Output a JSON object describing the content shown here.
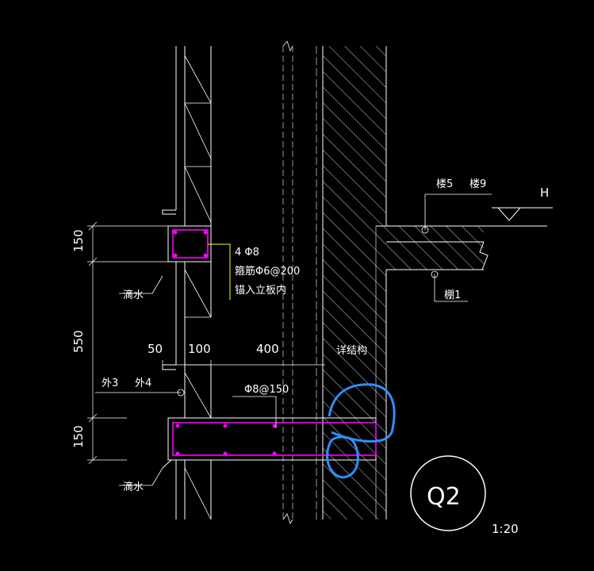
{
  "drawing": {
    "view_label": "Q2",
    "scale": "1:20",
    "level_mark": "H",
    "colors": {
      "background": "#000000",
      "lines": "#ffffff",
      "rebar": "#ff00ff",
      "leader": "#ffff00",
      "markup": "#2f8fff"
    }
  },
  "dimensions": {
    "vertical": [
      "150",
      "550",
      "150"
    ],
    "horizontal": [
      "50",
      "100",
      "400"
    ]
  },
  "labels": {
    "drip_top": "滴水",
    "drip_bottom": "滴水",
    "rebar_main": "4 Φ8",
    "stirrup": "箍筋Φ6@200",
    "anchor_note": "锚入立板内",
    "bar_spacing": "Φ8@150",
    "structure_ref": "详结构",
    "exterior_finish_1": "外3",
    "exterior_finish_2": "外4",
    "floor_finish_1": "楼5",
    "floor_finish_2": "楼9",
    "ceiling_finish": "棚1"
  }
}
